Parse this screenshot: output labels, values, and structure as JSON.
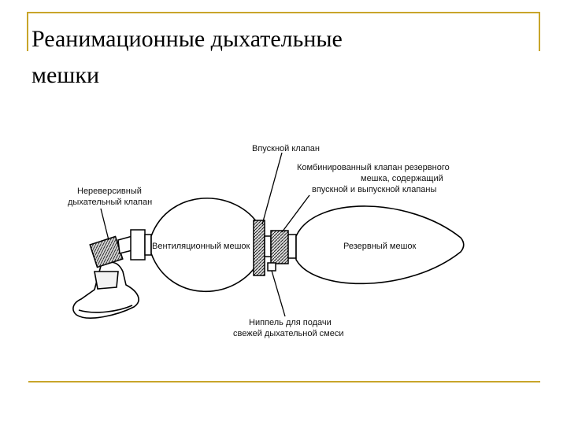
{
  "slide": {
    "title_line1": "Реанимационные дыхательные",
    "title_line2": "мешки",
    "accent_color": "#c8a52a"
  },
  "diagram": {
    "labels": {
      "inlet_valve": "Впускной клапан",
      "combined_valve_line1": "Комбинированный клапан резервного",
      "combined_valve_line2": "мешка, содержащий",
      "combined_valve_line3": "впускной и выпускной клапаны",
      "nonrebreathing_valve_line1": "Нереверсивный",
      "nonrebreathing_valve_line2": "дыхательный клапан",
      "ventilation_bag": "Вентиляционный мешок",
      "reservoir_bag": "Резервный мешок",
      "nipple_line1": "Ниппель для подачи",
      "nipple_line2": "свежей дыхательной смеси"
    }
  }
}
